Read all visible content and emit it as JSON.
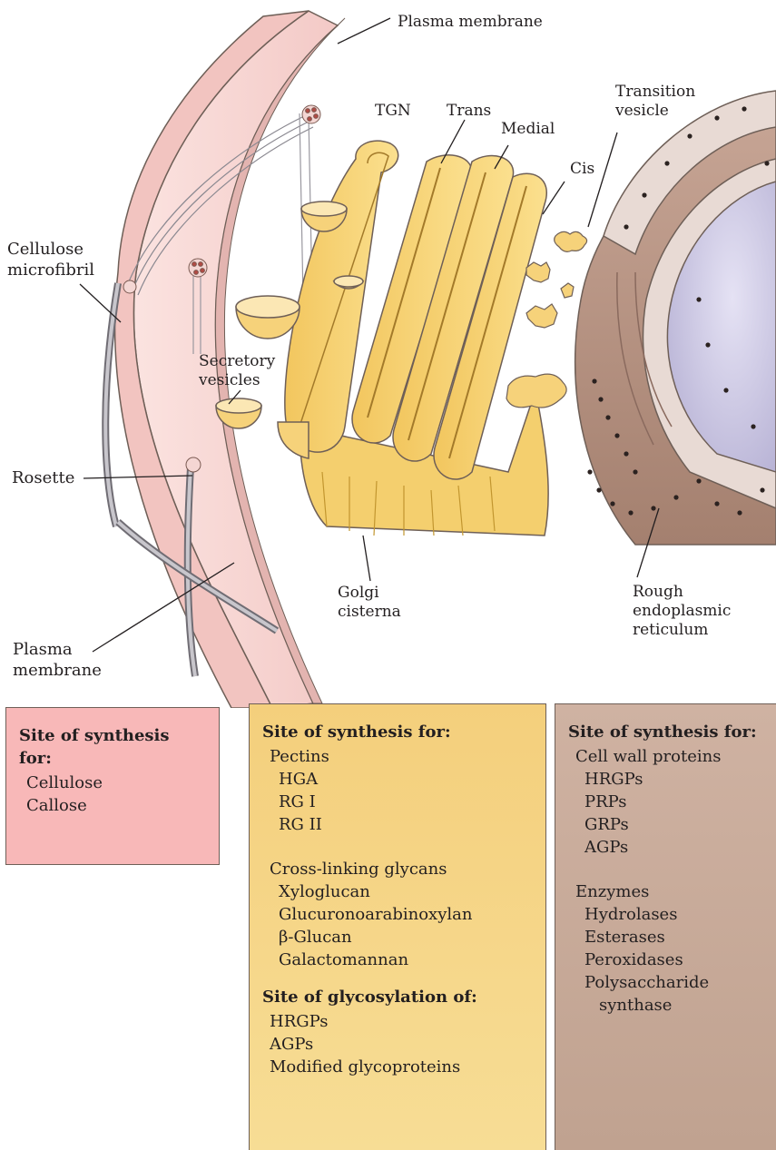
{
  "diagram": {
    "labels": {
      "plasma_membrane_top": "Plasma membrane",
      "tgn": "TGN",
      "trans": "Trans",
      "medial": "Medial",
      "cis": "Cis",
      "transition_vesicle": "Transition vesicle",
      "cellulose_microfibril": "Cellulose microfibril",
      "secretory_vesicles": "Secretory vesicles",
      "rosette": "Rosette",
      "golgi_cisterna": "Golgi cisterna",
      "rough_er": "Rough endoplasmic reticulum",
      "plasma_membrane_bottom": "Plasma membrane"
    },
    "colors": {
      "membrane": "#f7d9d7",
      "golgi": "#f6d27a",
      "golgi_inner": "#fbe7b4",
      "er": "#b08e7f",
      "nucleus": "#cfcde6"
    }
  },
  "boxes": {
    "plasma_membrane": {
      "heading": "Site of synthesis for:",
      "items": [
        "Cellulose",
        "Callose"
      ]
    },
    "golgi": {
      "heading": "Site of synthesis for:",
      "pectins": "Pectins",
      "pectin_items": [
        "HGA",
        "RG I",
        "RG II"
      ],
      "glycans": "Cross-linking glycans",
      "glycan_items": [
        "Xyloglucan",
        "Glucuronoarabinoxylan",
        "β-Glucan",
        "Galactomannan"
      ],
      "heading2": "Site of glycosylation of:",
      "glyco_items": [
        "HRGPs",
        "AGPs",
        "Modified glycoproteins"
      ]
    },
    "er": {
      "heading": "Site of synthesis for:",
      "proteins": "Cell wall proteins",
      "protein_items": [
        "HRGPs",
        "PRPs",
        "GRPs",
        "AGPs"
      ],
      "enzymes": "Enzymes",
      "enzyme_items": [
        "Hydrolases",
        "Esterases",
        "Peroxidases",
        "Polysaccharide"
      ],
      "enzyme_cont": "synthase"
    }
  }
}
